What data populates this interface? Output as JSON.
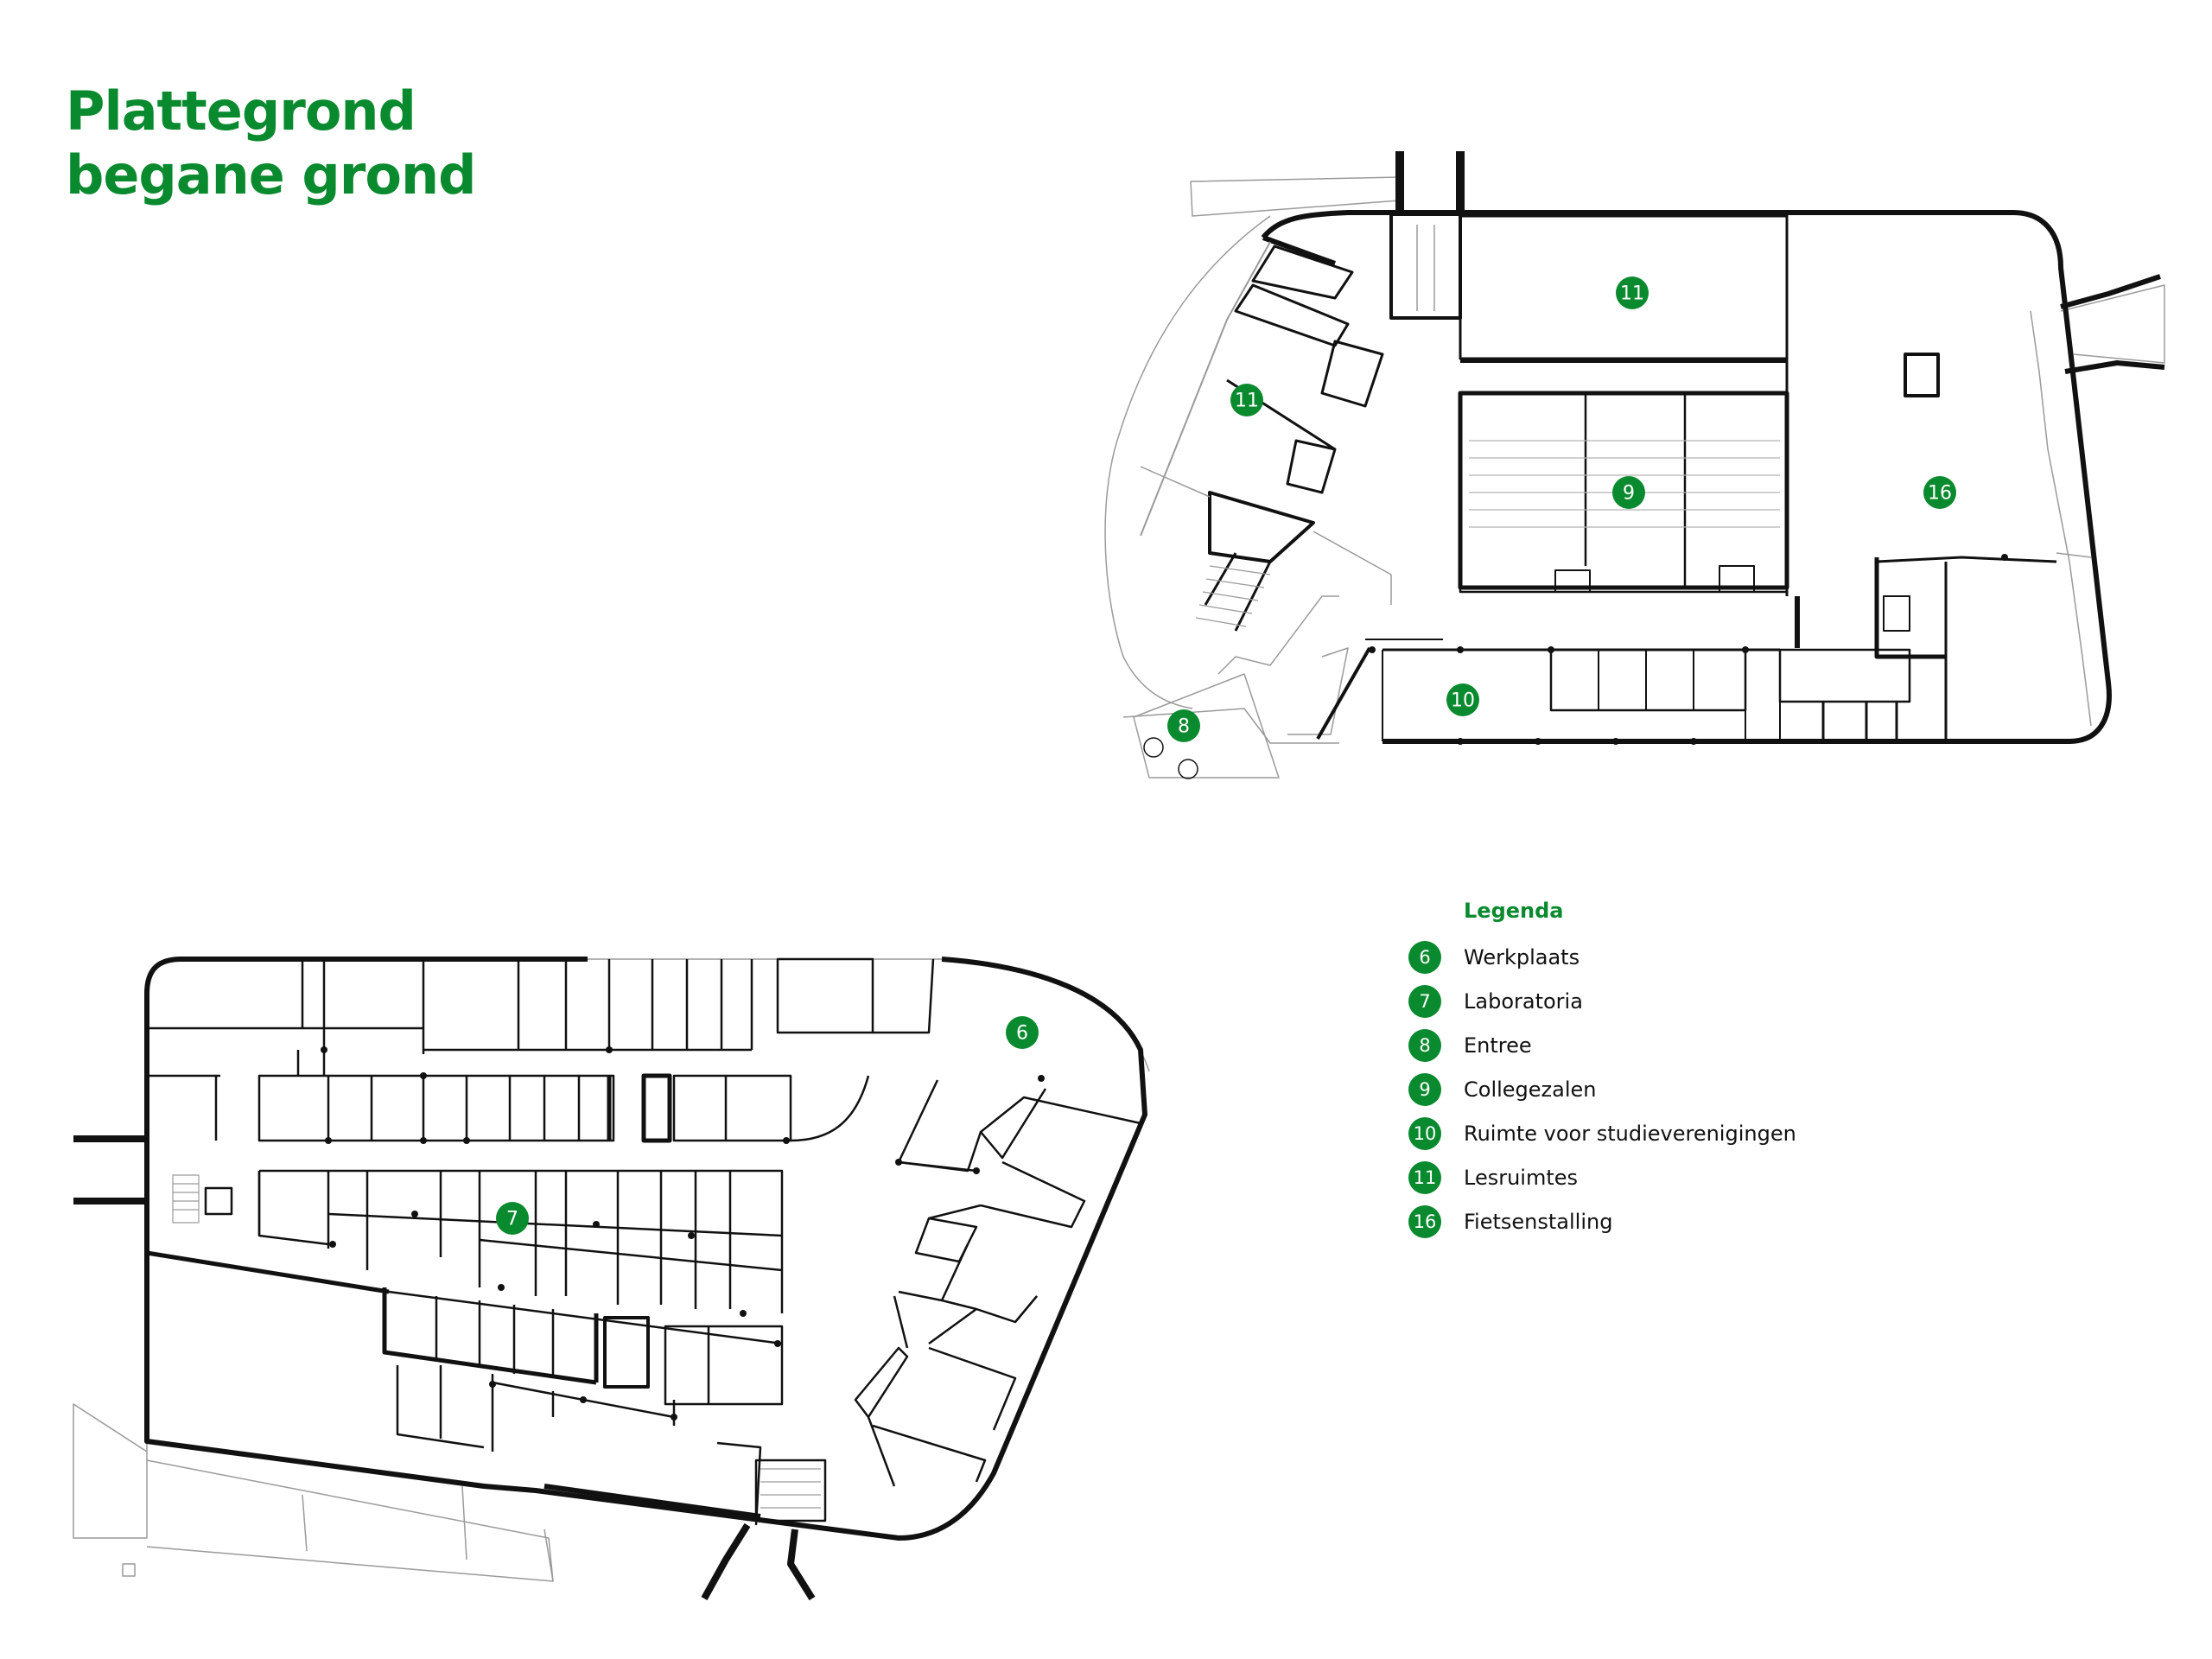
{
  "title": {
    "line1": "Plattegrond",
    "line2": "begane grond"
  },
  "colors": {
    "brand": "#0a8a2e",
    "walls": "#111111",
    "thin": "#9a9a9a"
  },
  "markers": {
    "top": [
      "11",
      "11",
      "9",
      "16",
      "10",
      "8"
    ],
    "bottom": [
      "6",
      "7"
    ]
  },
  "legend": {
    "title": "Legenda",
    "items": [
      {
        "num": "6",
        "label": "Werkplaats"
      },
      {
        "num": "7",
        "label": "Laboratoria"
      },
      {
        "num": "8",
        "label": "Entree"
      },
      {
        "num": "9",
        "label": "Collegezalen"
      },
      {
        "num": "10",
        "label": "Ruimte voor studieverenigingen"
      },
      {
        "num": "11",
        "label": "Lesruimtes"
      },
      {
        "num": "16",
        "label": "Fietsenstalling"
      }
    ]
  }
}
